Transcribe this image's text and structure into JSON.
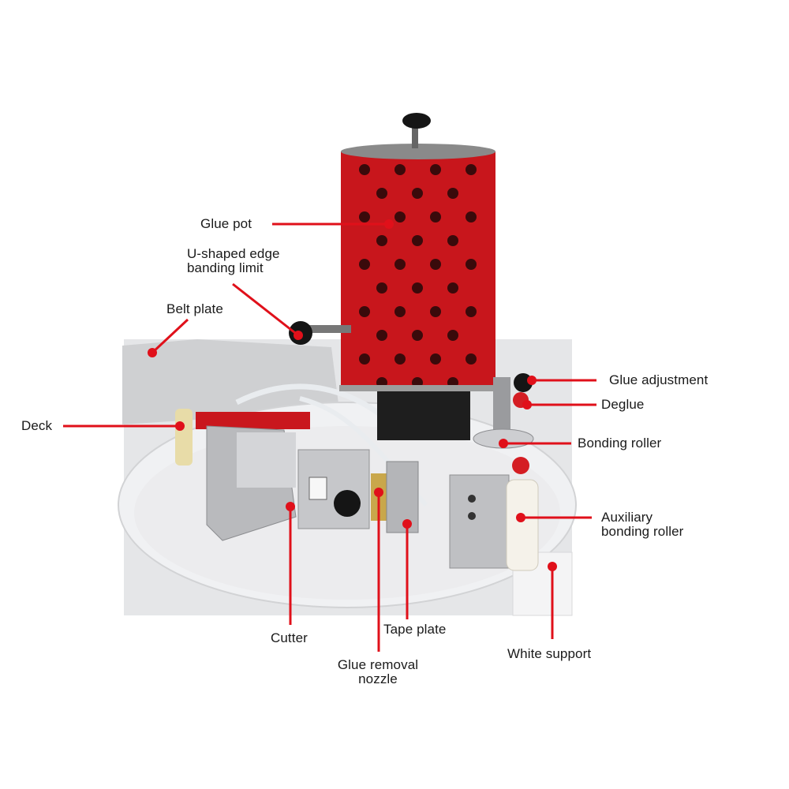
{
  "diagram": {
    "labels": {
      "glue_pot": "Glue pot",
      "u_limit": "U-shaped edge\nbanding limit",
      "belt_plate": "Belt plate",
      "deck": "Deck",
      "glue_adjustment": "Glue adjustment",
      "deglue": "Deglue",
      "bonding_roller": "Bonding roller",
      "aux_roller": "Auxiliary\nbonding roller",
      "cutter": "Cutter",
      "tape_plate": "Tape plate",
      "nozzle": "Glue removal\nnozzle",
      "white_support": "White support"
    }
  },
  "colors": {
    "pointer": "#e0101a",
    "pot_red": "#c8161c",
    "base_white": "#e8e9eb",
    "metal": "#b8b8b8"
  }
}
